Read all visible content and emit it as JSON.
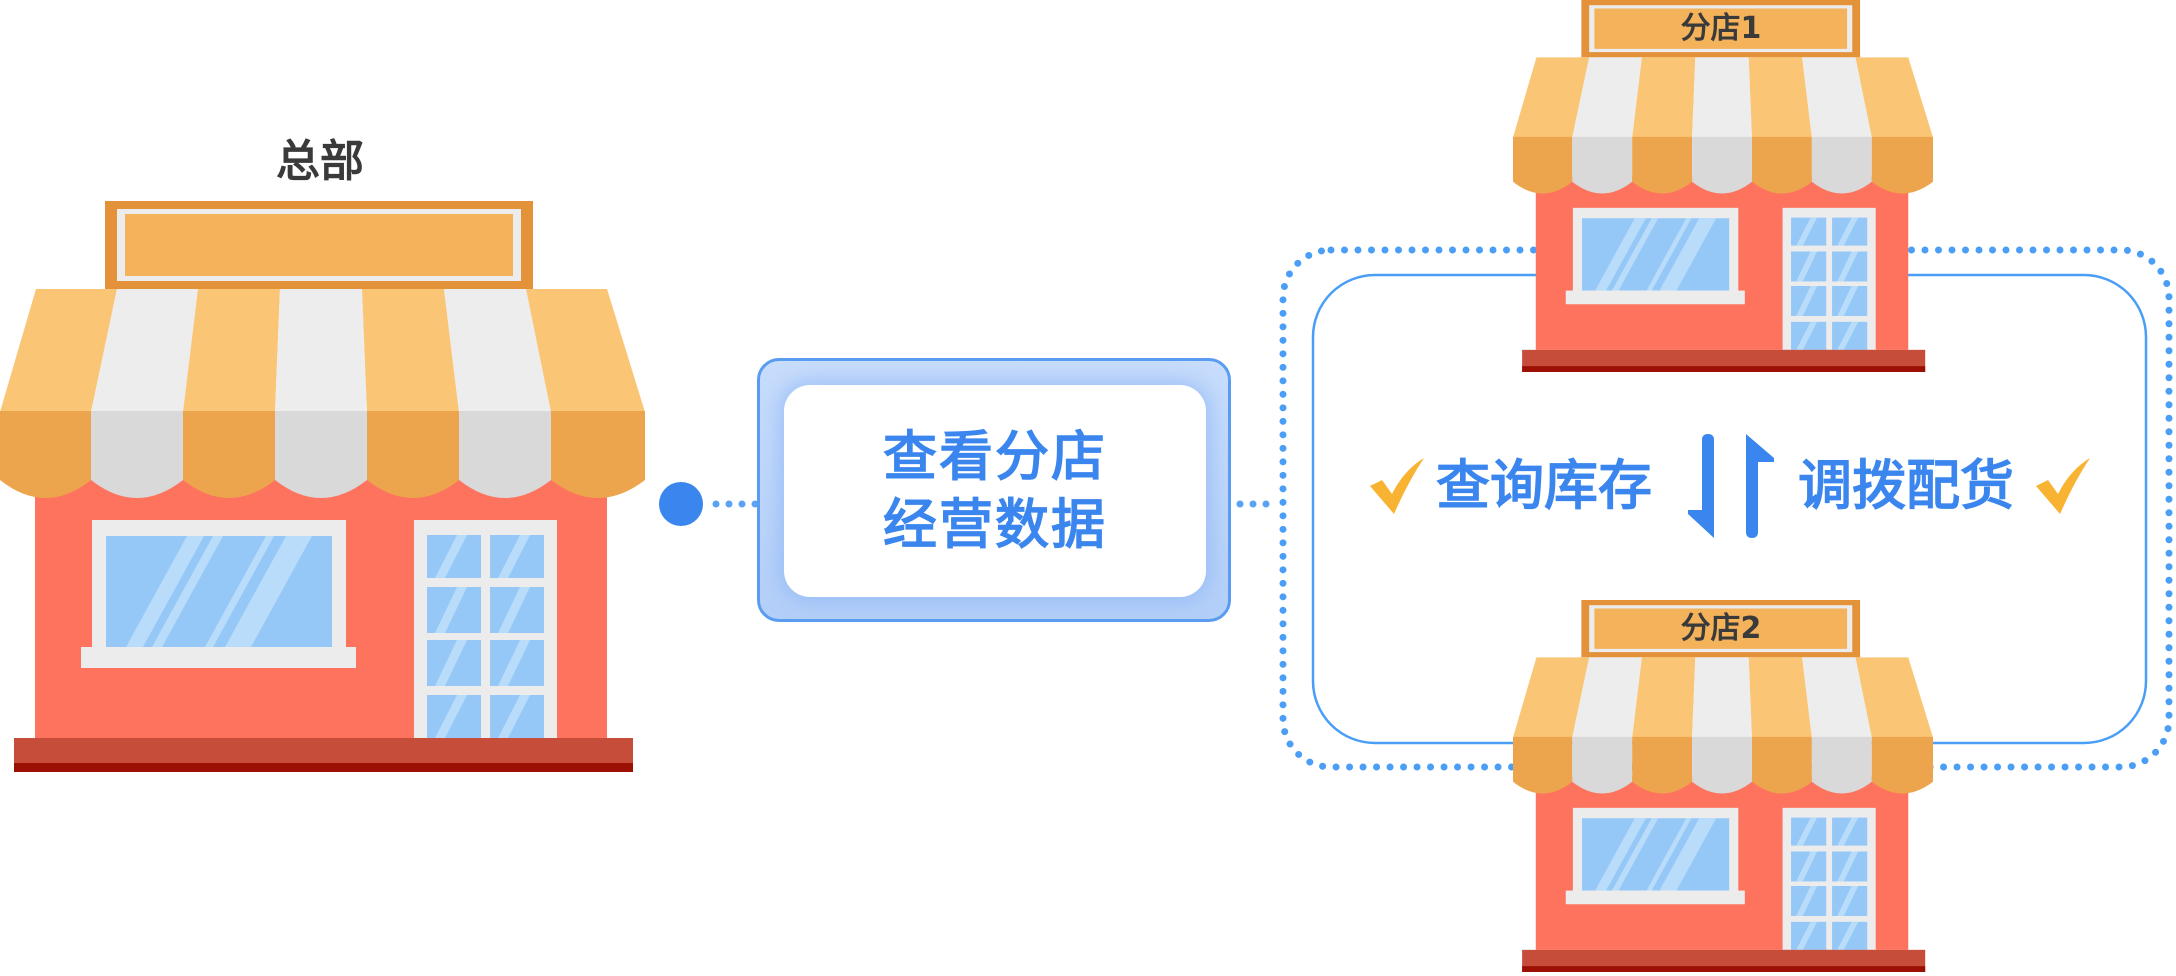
{
  "headquarters": {
    "title": "总部"
  },
  "center_box": {
    "lines": [
      "查看分店",
      "经营数据"
    ]
  },
  "branches": [
    {
      "label": "分店1"
    },
    {
      "label": "分店2"
    }
  ],
  "operations": {
    "left_label": "查询库存",
    "right_label": "调拨配货",
    "left_icon": "check-icon",
    "middle_icon": "swap-arrows-icon",
    "right_icon": "check-icon"
  },
  "colors": {
    "accent_blue": "#3b86ee",
    "line_blue": "#4a9ef5",
    "check_orange": "#f8b332",
    "store_body": "#fe735e"
  }
}
